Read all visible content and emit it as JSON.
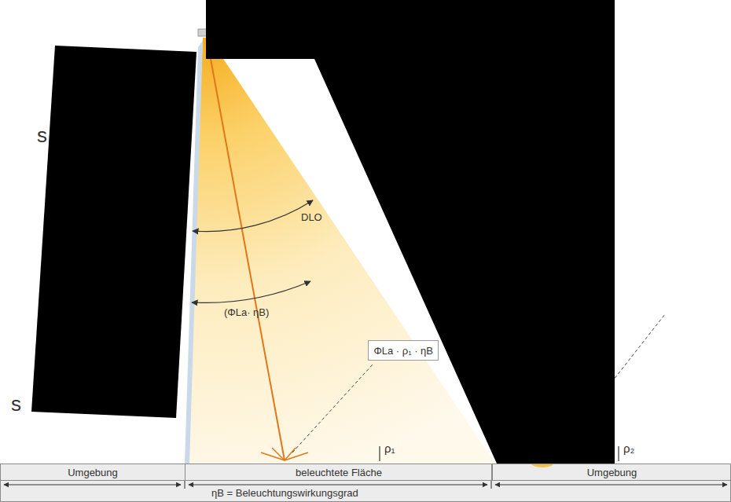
{
  "diagram": {
    "nodes": [
      {
        "text": [
          "ηB = Beleuchtungswirkungsgrad"
        ]
      },
      {
        "text": [
          "Umgebung"
        ],
        "in": 0
      },
      {
        "text": [
          "beleuchtete Fläche"
        ],
        "in": 0
      },
      {
        "text": [
          "Umgebung"
        ],
        "in": 0
      },
      {
        "text": [
          "ΦLa · ρ₁ · ηB"
        ]
      }
    ],
    "labels": [
      "DLO",
      "(ΦLa· ηB)",
      "ρ₁",
      "ρ₂",
      "s",
      "s"
    ]
  }
}
